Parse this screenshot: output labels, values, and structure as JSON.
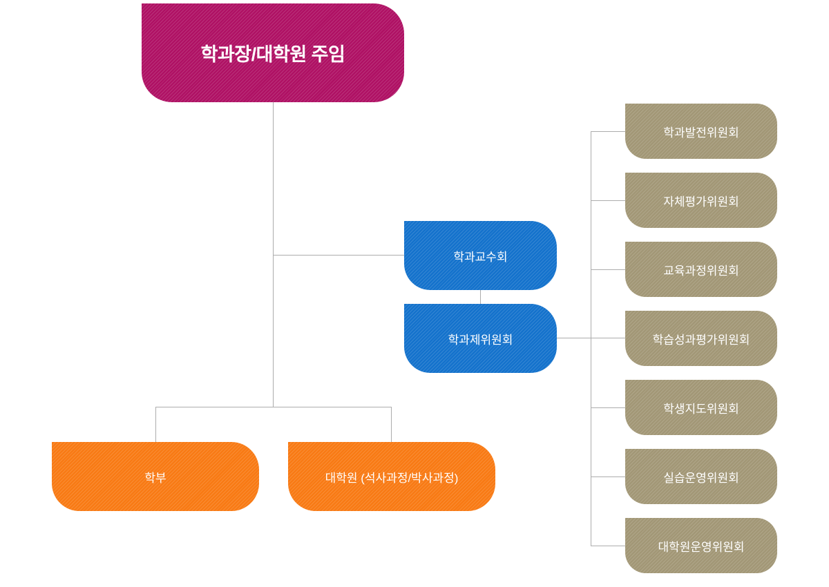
{
  "colors": {
    "head": "#af1164",
    "council": "#1472cc",
    "program": "#f87a14",
    "committee": "#a29776",
    "line": "#acacac",
    "text": "#ffffff"
  },
  "org_chart": {
    "head": {
      "label": "학과장/대학원 주임"
    },
    "councils": [
      {
        "label": "학과교수회"
      },
      {
        "label": "학과제위원회"
      }
    ],
    "programs": [
      {
        "label": "학부"
      },
      {
        "label": "대학원 (석사과정/박사과정)"
      }
    ],
    "committees": [
      {
        "label": "학과발전위원회"
      },
      {
        "label": "자체평가위원회"
      },
      {
        "label": "교육과정위원회"
      },
      {
        "label": "학습성과평가위원회"
      },
      {
        "label": "학생지도위원회"
      },
      {
        "label": "실습운영위원회"
      },
      {
        "label": "대학원운영위원회"
      }
    ]
  }
}
